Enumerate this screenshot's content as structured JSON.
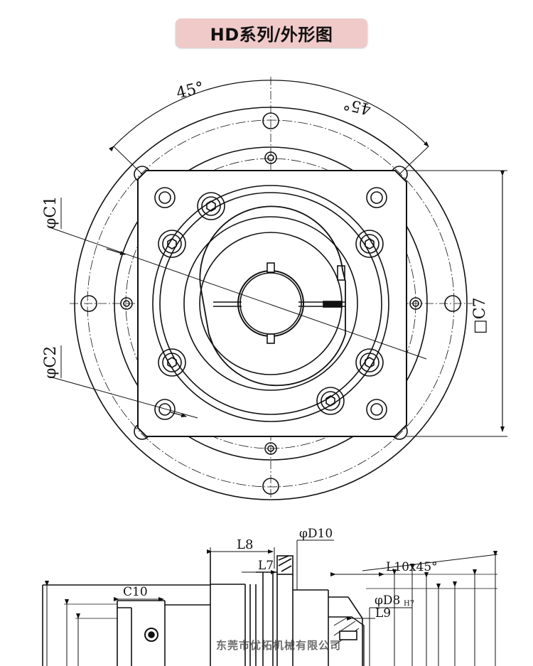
{
  "header": {
    "title": "HD系列/外形图"
  },
  "top_view": {
    "angle_left": "45°",
    "angle_right": "45°",
    "dim_c1": "φC1",
    "dim_c2": "φC2",
    "dim_c7": "□C7"
  },
  "side_view": {
    "dim_l8": "L8",
    "dim_d10": "φD10",
    "dim_l7": "L7",
    "dim_l10": "L10x45°",
    "dim_c10": "C10",
    "dim_d8": "φD8",
    "dim_d8_tol": "H7",
    "dim_l9": "L9"
  },
  "footer": {
    "watermark": "东莞市优拓机械有限公司"
  },
  "colors": {
    "title_bg": "#f0c9c9",
    "line": "#111111"
  }
}
